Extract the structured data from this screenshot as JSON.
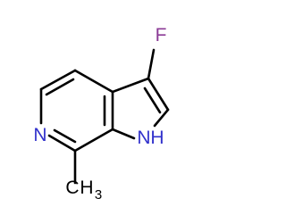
{
  "molecule": {
    "atoms": {
      "fluorine": "F",
      "pyridine_nitrogen": "N",
      "pyrrole_nitrogen": "N",
      "pyrrole_hydrogen": "H",
      "methyl_carbon": "C",
      "methyl_hydrogen": "H",
      "methyl_subscript": "3"
    }
  },
  "colors": {
    "bond": "#000000",
    "carbon_label": "#000000",
    "nitrogen": "#3232cc",
    "fluorine": "#8b3a96"
  }
}
